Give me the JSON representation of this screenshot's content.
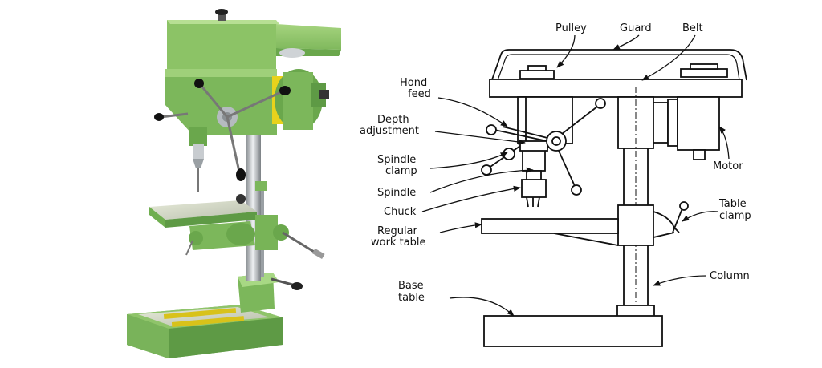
{
  "labels": {
    "pulley": "Pulley",
    "guard": "Guard",
    "belt": "Belt",
    "hond_feed_1": "Hond",
    "hond_feed_2": "feed",
    "depth_1": "Depth",
    "depth_2": "adjustment",
    "spindle_clamp_1": "Spindle",
    "spindle_clamp_2": "clamp",
    "spindle": "Spindle",
    "chuck": "Chuck",
    "work_table_1": "Regular",
    "work_table_2": "work table",
    "base_1": "Base",
    "base_2": "table",
    "motor": "Motor",
    "table_clamp_1": "Table",
    "table_clamp_2": "clamp",
    "column": "Column"
  },
  "colors": {
    "machine_green": "#8fc46a",
    "machine_dark": "#5e9a45",
    "machine_light": "#b7df93",
    "yellow_guard": "#e8d21c",
    "steel": "#c8ccd0"
  }
}
